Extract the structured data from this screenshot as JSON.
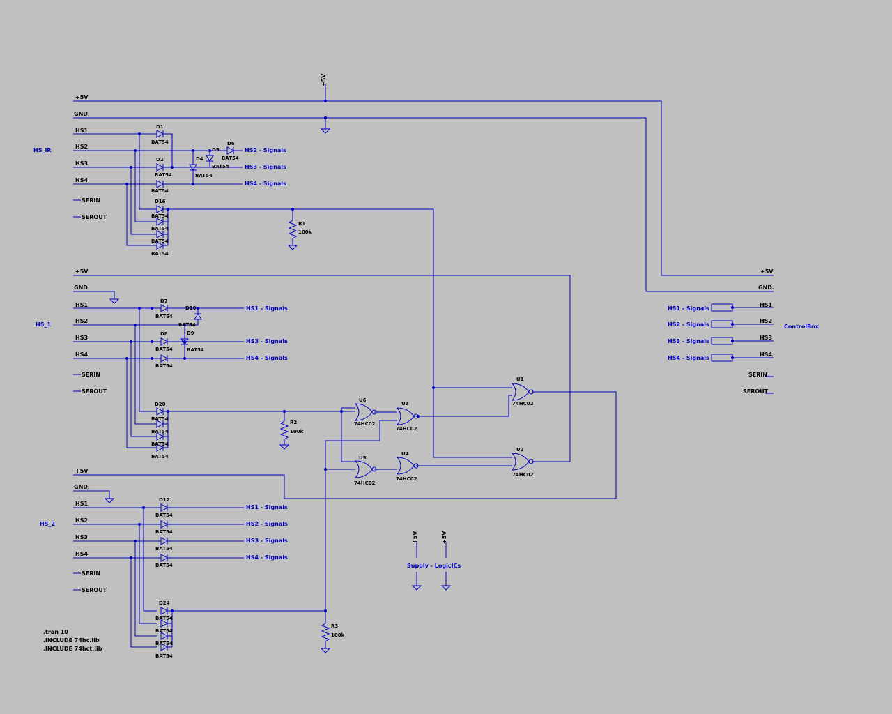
{
  "supply": {
    "plus5v": "+5V",
    "gnd": "GND.",
    "label": "Supply - LogicICs"
  },
  "pins": {
    "hs1": "HS1",
    "hs2": "HS2",
    "hs3": "HS3",
    "hs4": "HS4",
    "serin": "SERIN",
    "serout": "SEROUT"
  },
  "signals": {
    "hs1": "HS1 - Signals",
    "hs2": "HS2 - Signals",
    "hs3": "HS3 - Signals",
    "hs4": "HS4 - Signals"
  },
  "blocks": {
    "ir": "HS_IR",
    "hs1": "HS_1",
    "hs2": "HS_2",
    "control": "ControlBox"
  },
  "parts": {
    "diode": "BAT54",
    "gate": "74HC02",
    "resistor": "100k",
    "D": [
      "D1",
      "D2",
      "D4",
      "D5",
      "D6",
      "D7",
      "D8",
      "D9",
      "D10",
      "D12",
      "D16",
      "D20",
      "D24"
    ],
    "U": [
      "U1",
      "U2",
      "U3",
      "U4",
      "U5",
      "U6"
    ],
    "R": [
      "R1",
      "R2",
      "R3"
    ]
  },
  "directives": [
    ".tran 10",
    ".INCLUDE 74hc.lib",
    ".INCLUDE 74hct.lib"
  ]
}
